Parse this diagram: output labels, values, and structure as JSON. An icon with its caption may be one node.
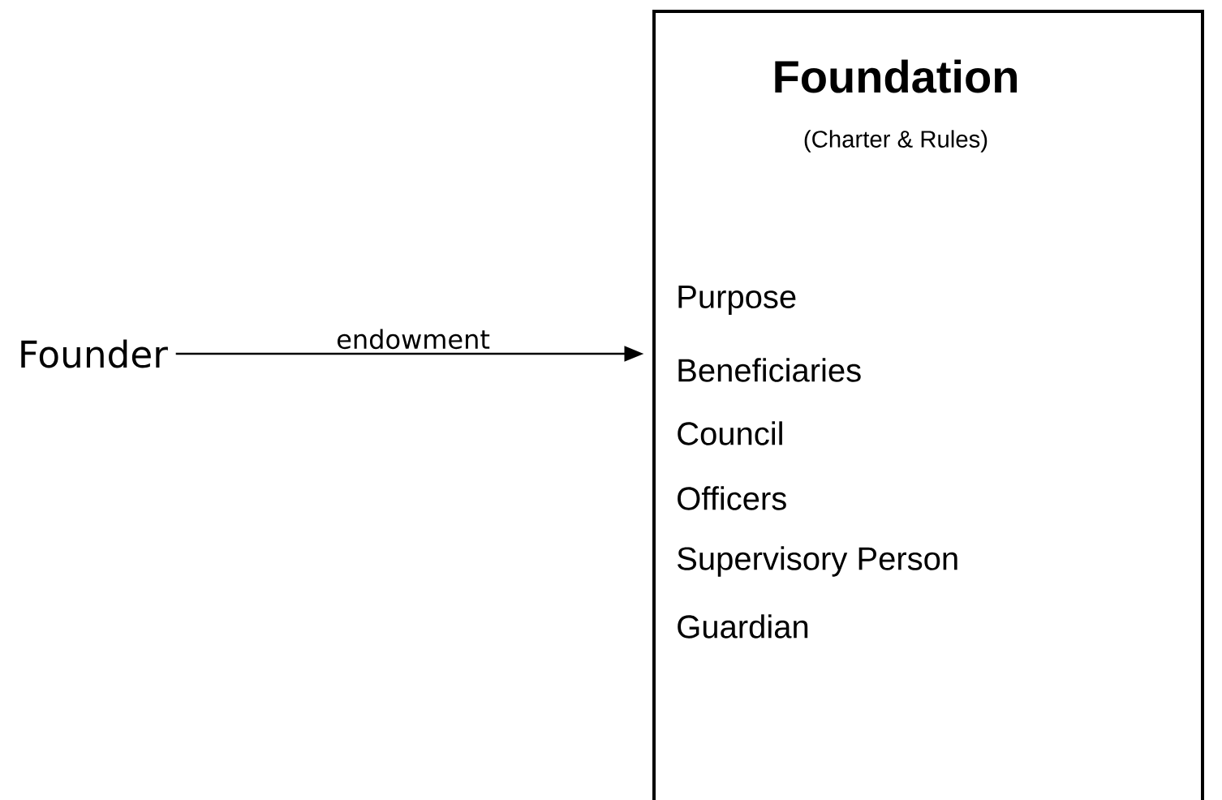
{
  "diagram": {
    "nodes": [
      {
        "text": [
          "Founder"
        ]
      },
      {
        "text": [
          "Foundation",
          "(Charter & Rules)",
          "Purpose",
          "Beneficiaries",
          "Council",
          "Officers",
          "Supervisory Person",
          "Guardian"
        ]
      }
    ],
    "edges": [
      {
        "from": 0,
        "to": 1,
        "arrow": "to",
        "label": "endowment"
      }
    ]
  }
}
